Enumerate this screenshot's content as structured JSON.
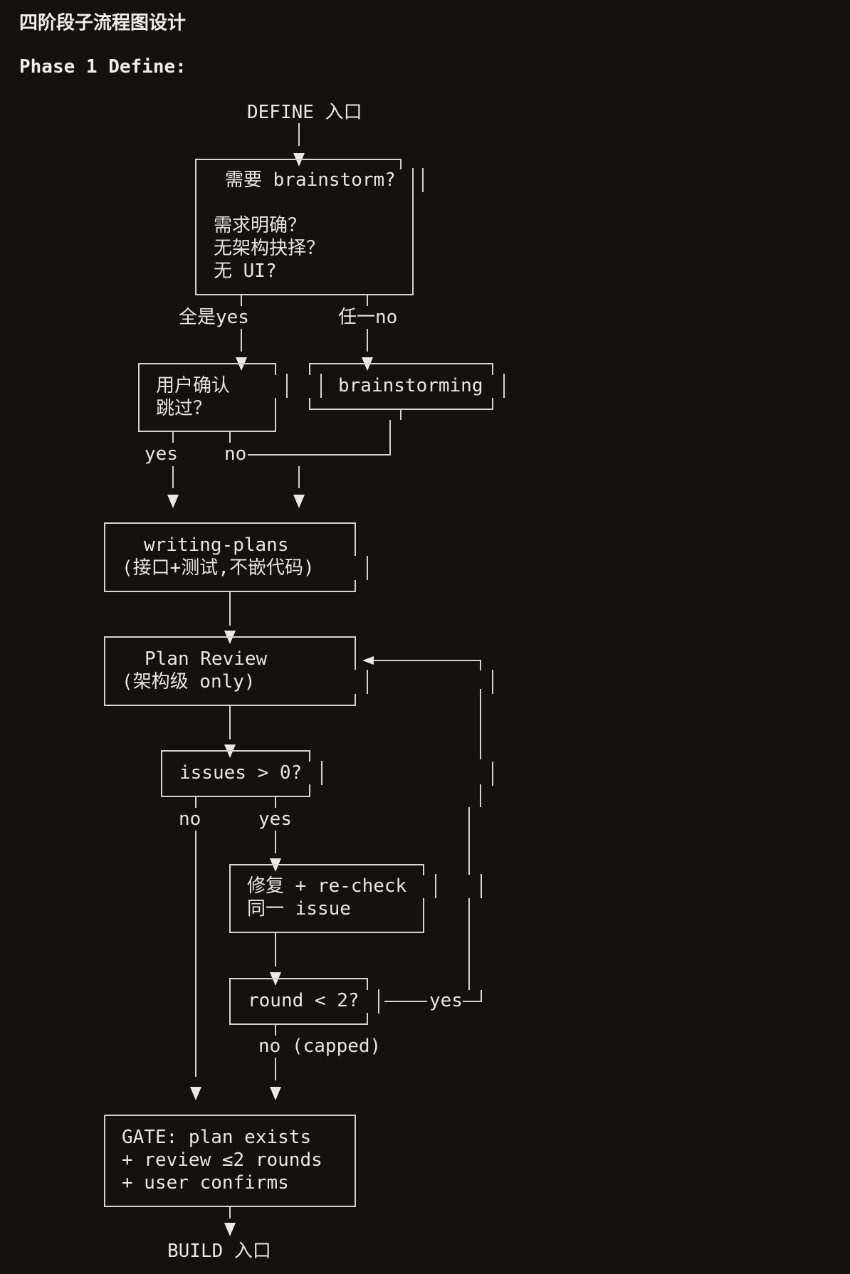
{
  "page": {
    "title": "四阶段子流程图设计",
    "section_heading": "Phase 1 Define:"
  },
  "diagram": {
    "entry": "DEFINE 入口",
    "decision_brainstorm": {
      "title": "需要 brainstorm?",
      "lines": [
        "需求明确？",
        "无架构抉择？",
        "无 UI?"
      ]
    },
    "label_all_yes": "全是yes",
    "label_any_no": "任一no",
    "user_confirm_skip": [
      "用户确认",
      "跳过？"
    ],
    "brainstorming": "brainstorming",
    "label_yes_1": "yes",
    "label_no_1": "no",
    "writing_plans": [
      "writing-plans",
      "(接口+测试,不嵌代码)"
    ],
    "plan_review": [
      "Plan Review",
      "(架构级 only)"
    ],
    "issues_check": "issues > 0?",
    "label_no_2": "no",
    "label_yes_2": "yes",
    "fix_recheck": [
      "修复 + re-check",
      "同一 issue"
    ],
    "round_check": "round < 2?",
    "label_yes_3": "yes",
    "label_no_capped": "no (capped)",
    "gate": [
      "GATE: plan exists",
      "+ review ≤2 rounds",
      "+ user confirms"
    ],
    "exit": "BUILD 入口"
  },
  "colors": {
    "background": "#141111",
    "foreground": "#e9e5e0",
    "line": "#d6d2cd"
  }
}
